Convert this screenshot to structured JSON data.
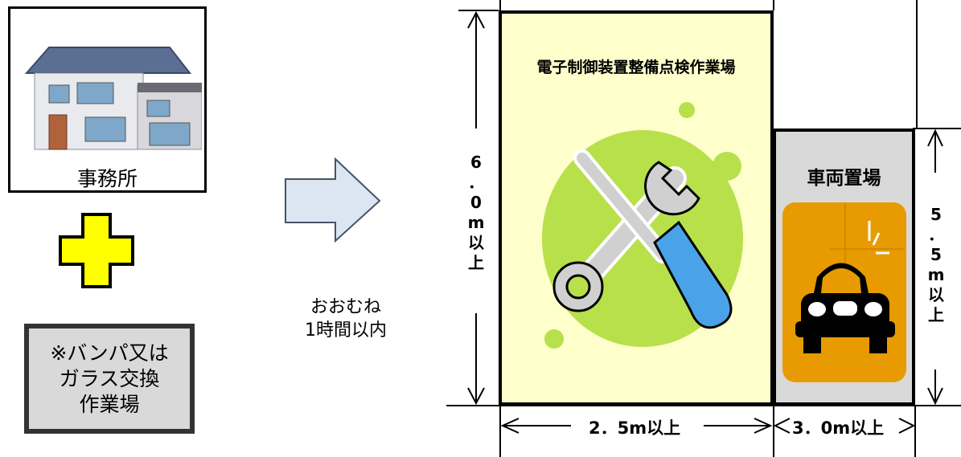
{
  "left_panel": {
    "office_label": "事務所",
    "note_text": "※バンパ又は\nガラス交換\n作業場"
  },
  "transition": {
    "time_text": "おおむね\n1時間以内"
  },
  "work_area": {
    "title": "電子制御装置整備点検作業場",
    "height_label": "6\n．\n0\nm\n以\n上",
    "width_label": "2．5m以上"
  },
  "vehicle_area": {
    "title": "車両置場",
    "height_label": "5\n．\n5\nm\n以\n上",
    "width_label": "3．0m以上"
  },
  "colors": {
    "work_area_fill": "#ffffcc",
    "vehicle_area_fill": "#d9d9d9",
    "plus_fill": "#ffff00",
    "arrow_fill": "#dce6f2",
    "splash_green": "#b7e04a",
    "car_panel_orange": "#e89b00"
  }
}
